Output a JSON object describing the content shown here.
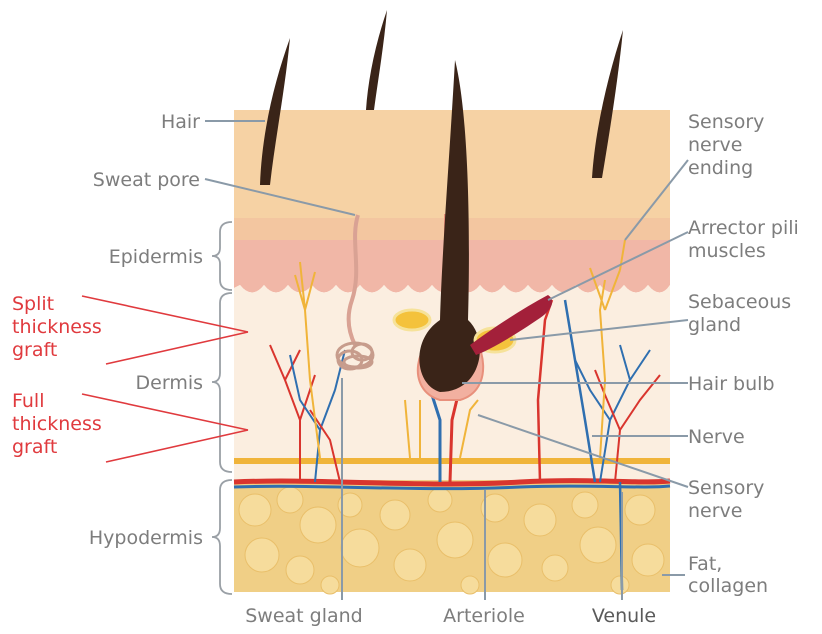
{
  "labels": {
    "hair": "Hair",
    "sweat_pore": "Sweat pore",
    "epidermis": "Epidermis",
    "split_graft": [
      "Split",
      "thickness",
      "graft"
    ],
    "dermis": "Dermis",
    "full_graft": [
      "Full",
      "thickness",
      "graft"
    ],
    "hypodermis": "Hypodermis",
    "sensory_nerve_ending": [
      "Sensory",
      "nerve",
      "ending"
    ],
    "arrector_pili": [
      "Arrector pili",
      "muscles"
    ],
    "sebaceous_gland": [
      "Sebaceous",
      "gland"
    ],
    "hair_bulb": "Hair bulb",
    "nerve": "Nerve",
    "sensory_nerve": [
      "Sensory",
      "nerve"
    ],
    "fat_collagen": [
      "Fat,",
      "collagen"
    ],
    "sweat_gland": "Sweat gland",
    "arteriole": "Arteriole",
    "venule": "Venule"
  },
  "colors": {
    "surface": "#f6d2a4",
    "epidermis": "#f1b7a7",
    "dermis": "#fbeee0",
    "hypodermis": "#f0cf86",
    "fat_cell": "#f6dc9c",
    "hair": "#3a2418",
    "artery": "#d9352e",
    "vein": "#2f6fb0",
    "nerve": "#f0b43a",
    "muscle": "#a3203a",
    "gland": "#f4c23c",
    "graft_label": "#e03a3e"
  }
}
